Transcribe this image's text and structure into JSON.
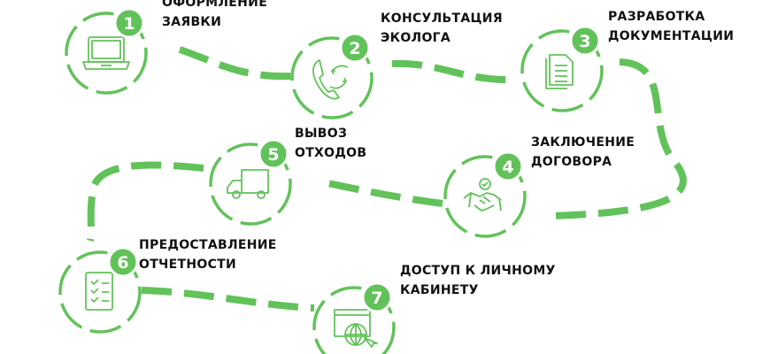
{
  "accent_color": "#62c25a",
  "steps": [
    {
      "number": "1",
      "line1": "ОФОРМЛЕНИЕ",
      "line2": "ЗАЯВКИ",
      "icon": "laptop-icon"
    },
    {
      "number": "2",
      "line1": "КОНСУЛЬТАЦИЯ",
      "line2": "ЭКОЛОГА",
      "icon": "phone-icon"
    },
    {
      "number": "3",
      "line1": "РАЗРАБОТКА",
      "line2": "ДОКУМЕНТАЦИИ",
      "icon": "documents-icon"
    },
    {
      "number": "4",
      "line1": "ЗАКЛЮЧЕНИЕ",
      "line2": "ДОГОВОРА",
      "icon": "handshake-icon"
    },
    {
      "number": "5",
      "line1": "ВЫВОЗ",
      "line2": "ОТХОДОВ",
      "icon": "truck-icon"
    },
    {
      "number": "6",
      "line1": "ПРЕДОСТАВЛЕНИЕ",
      "line2": "ОТЧЕТНОСТИ",
      "icon": "checklist-icon"
    },
    {
      "number": "7",
      "line1": "ДОСТУП К ЛИЧНОМУ",
      "line2": "КАБИНЕТУ",
      "icon": "web-globe-icon"
    }
  ]
}
